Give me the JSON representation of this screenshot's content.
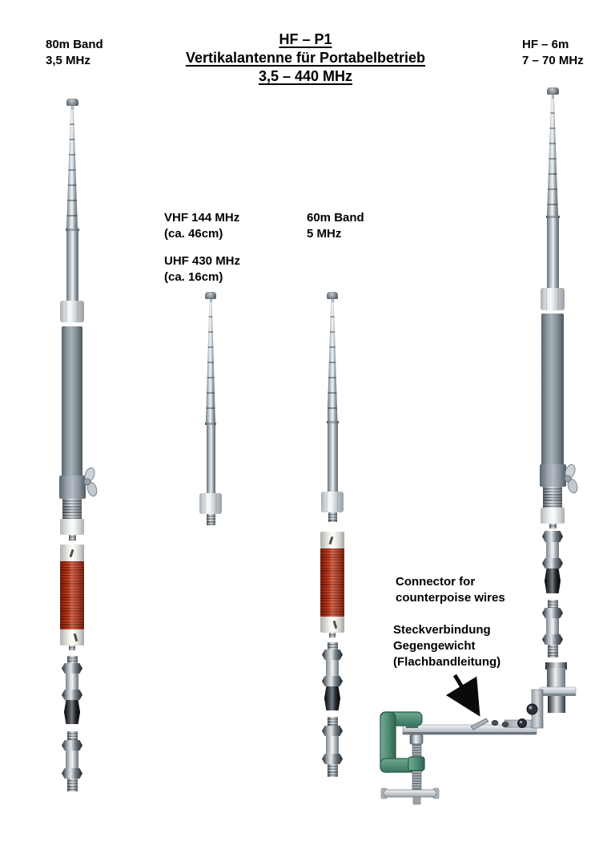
{
  "title": {
    "model": "HF – P1",
    "subtitle": "Vertikalantenne für Portabelbetrieb",
    "range": "3,5 – 440 MHz"
  },
  "labels": {
    "band_80m": {
      "line1": "80m Band",
      "line2": "3,5 MHz"
    },
    "hf_6m": {
      "line1": "HF – 6m",
      "line2": "7 – 70 MHz"
    },
    "vhf": {
      "line1": "VHF 144 MHz",
      "line2": "(ca. 46cm)"
    },
    "uhf": {
      "line1": "UHF 430 MHz",
      "line2": "(ca. 16cm)"
    },
    "band_60m": {
      "line1": "60m Band",
      "line2": "5 MHz"
    },
    "counterpoise_en": {
      "line1": "Connector for",
      "line2": "counterpoise wires"
    },
    "counterpoise_de": {
      "line1": "Steckverbindung",
      "line2": "Gegengewicht",
      "line3": "(Flachbandleitung)"
    }
  },
  "colors": {
    "background": "#ffffff",
    "text": "#000000",
    "coil_red": "#b5300f",
    "clamp_green": "#4e8b72",
    "metal_light": "#d9dee2",
    "metal_dark": "#5d676f"
  }
}
